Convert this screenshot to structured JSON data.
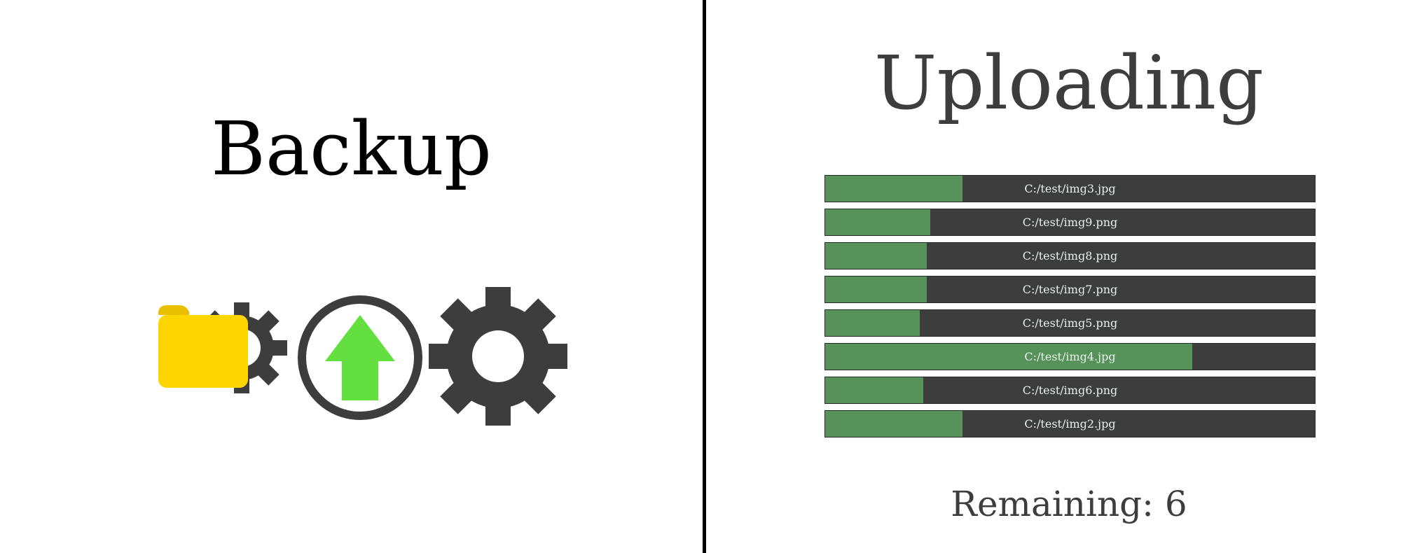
{
  "backup_panel": {
    "title": "Backup",
    "icons": [
      "folder-gear-icon",
      "upload-arrow-icon",
      "gear-icon"
    ]
  },
  "upload_panel": {
    "title": "Uploading",
    "uploads": [
      {
        "file": "C:/test/img3.jpg",
        "progress": 0.28
      },
      {
        "file": "C:/test/img9.png",
        "progress": 0.215
      },
      {
        "file": "C:/test/img8.png",
        "progress": 0.208
      },
      {
        "file": "C:/test/img7.png",
        "progress": 0.208
      },
      {
        "file": "C:/test/img5.png",
        "progress": 0.193
      },
      {
        "file": "C:/test/img4.jpg",
        "progress": 0.75
      },
      {
        "file": "C:/test/img6.png",
        "progress": 0.2
      },
      {
        "file": "C:/test/img2.jpg",
        "progress": 0.28
      }
    ],
    "remaining_text": "Remaining: 6"
  },
  "colors": {
    "progress_fill": "#57925a",
    "progress_track": "#3d3d3d",
    "folder_yellow": "#ffd500",
    "arrow_green": "#63e040",
    "gear_gray": "#3d3d3d"
  }
}
